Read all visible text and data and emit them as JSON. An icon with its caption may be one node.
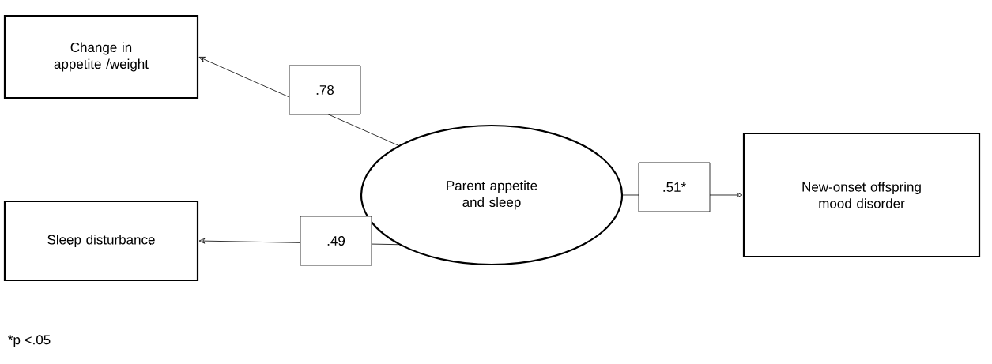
{
  "diagram": {
    "nodes": [
      {
        "text": [
          "Change in appetite /weight"
        ]
      },
      {
        "text": [
          "Parent appetite and sleep"
        ]
      },
      {
        "text": [
          "New-onset offspring mood disorder"
        ]
      },
      {
        "text": [
          "Sleep disturbance"
        ]
      }
    ],
    "edges": [
      {
        "from": 1,
        "to": 0,
        "arrow": "to",
        "label": ".78"
      },
      {
        "from": 1,
        "to": 3,
        "arrow": "to",
        "label": ".49"
      },
      {
        "from": 1,
        "to": 2,
        "arrow": "to",
        "label": ".51*"
      }
    ],
    "labels": [
      "*p <.05"
    ]
  }
}
